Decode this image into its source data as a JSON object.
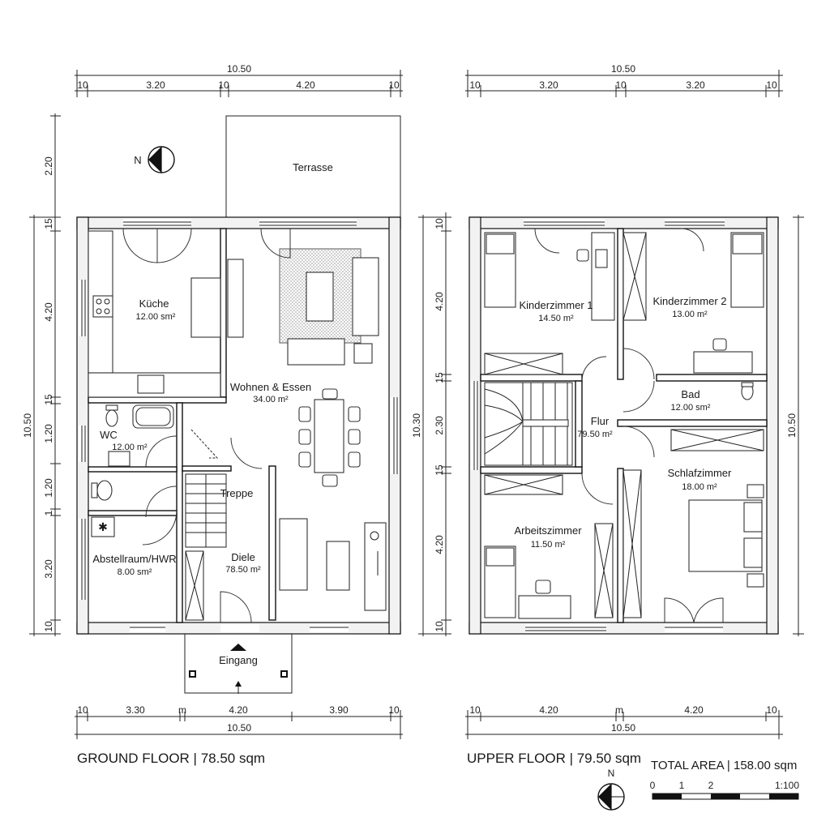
{
  "ground_floor": {
    "title": "GROUND FLOOR | 78.50 sqm",
    "dims_top": {
      "total": "10.50",
      "segments": [
        "10",
        "3.20",
        "10",
        "4.20",
        "10"
      ]
    },
    "dims_bottom": {
      "total": "10.50",
      "segments": [
        "10",
        "3.30",
        "m",
        "4.20",
        "3.90",
        "10"
      ]
    },
    "dims_left": {
      "total": "10.50",
      "segments": [
        "2.20",
        "15",
        "4.20",
        "15",
        "1.20",
        "1.20",
        "1",
        "3.20",
        "10"
      ]
    },
    "rooms": {
      "terrace": {
        "name": "Terrasse"
      },
      "kitchen": {
        "name": "Küche",
        "area": "12.00 sm²"
      },
      "living": {
        "name": "Wohnen & Essen",
        "area": "34.00 m²"
      },
      "wc": {
        "name": "WC",
        "area": "12.00 m²"
      },
      "stairs": {
        "name": "Treppe"
      },
      "hall": {
        "name": "Diele",
        "area": "78.50 m²"
      },
      "storage": {
        "name": "Abstellraum/HWR",
        "area": "8.00 sm²"
      },
      "entrance": {
        "name": "Eingang"
      }
    },
    "north_label": "N"
  },
  "upper_floor": {
    "title": "UPPER FLOOR | 79.50 sqm",
    "dims_top": {
      "total": "10.50",
      "segments": [
        "10",
        "3.20",
        "10",
        "3.20",
        "10"
      ]
    },
    "dims_bottom": {
      "total": "10.50",
      "segments": [
        "10",
        "4.20",
        "m",
        "4.20",
        "10"
      ]
    },
    "dims_left": {
      "total": "10.30",
      "segments": [
        "10",
        "4.20",
        "15",
        "2.30",
        "15",
        "4.20",
        "10"
      ]
    },
    "dims_right": {
      "total": "10.50"
    },
    "rooms": {
      "kids1": {
        "name": "Kinderzimmer 1",
        "area": "14.50 m²"
      },
      "kids2": {
        "name": "Kinderzimmer 2",
        "area": "13.00 m²"
      },
      "bath": {
        "name": "Bad",
        "area": "12.00 sm²"
      },
      "hall": {
        "name": "Flur",
        "area": "79.50 m²"
      },
      "bedroom": {
        "name": "Schlafzimmer",
        "area": "18.00 m²"
      },
      "office": {
        "name": "Arbeitszimmer",
        "area": "11.50 m²"
      }
    },
    "north_label": "N"
  },
  "total_area": "TOTAL AREA | 158.00 sqm",
  "scale": {
    "ticks": [
      "0",
      "1",
      "2"
    ],
    "ratio": "1:100"
  }
}
